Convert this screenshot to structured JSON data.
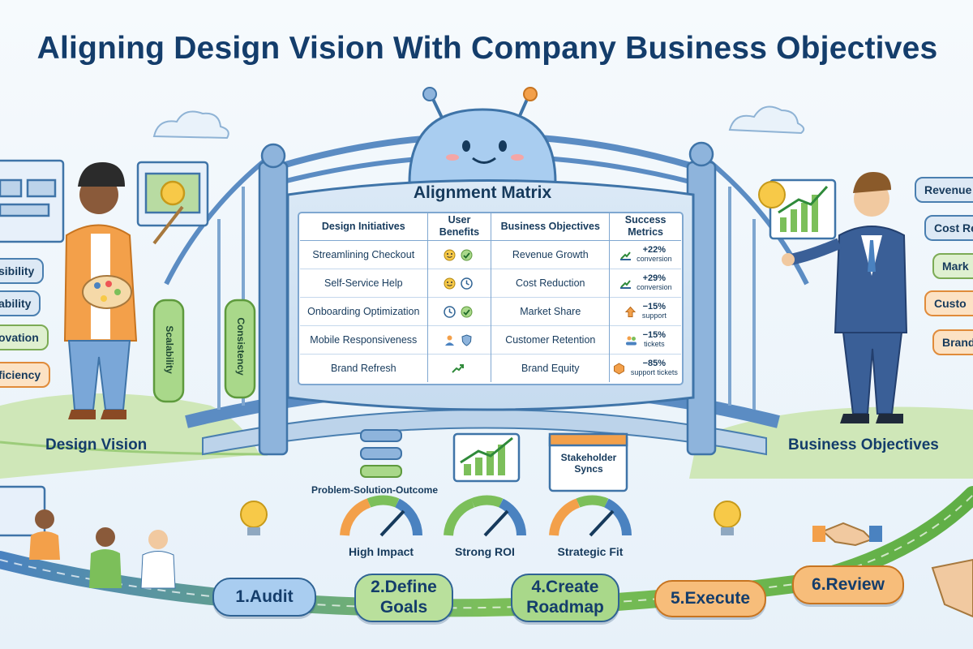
{
  "title": "Aligning Design Vision With Company Business Objectives",
  "matrix": {
    "title": "Alignment Matrix",
    "headers": [
      "Design Initiatives",
      "User Benefits",
      "Business Objectives",
      "Success Metrics"
    ],
    "rows": [
      {
        "initiative": "Streamlining Checkout",
        "benefits": [
          "smiley-icon",
          "check-icon"
        ],
        "objective": "Revenue Growth",
        "metric_value": "+22%",
        "metric_sub": "conversion",
        "metric_icon": "growth-icon"
      },
      {
        "initiative": "Self-Service Help",
        "benefits": [
          "smiley-icon",
          "clock-icon"
        ],
        "objective": "Cost Reduction",
        "metric_value": "+29%",
        "metric_sub": "conversion",
        "metric_icon": "growth-icon"
      },
      {
        "initiative": "Onboarding Optimization",
        "benefits": [
          "clock-icon",
          "check-icon"
        ],
        "objective": "Market Share",
        "metric_value": "−15%",
        "metric_sub": "support",
        "metric_icon": "arrow-up-icon"
      },
      {
        "initiative": "Mobile Responsiveness",
        "benefits": [
          "user-icon",
          "shield-icon"
        ],
        "objective": "Customer Retention",
        "metric_value": "−15%",
        "metric_sub": "tickets",
        "metric_icon": "people-icon"
      },
      {
        "initiative": "Brand Refresh",
        "benefits": [
          "trend-icon"
        ],
        "objective": "Brand Equity",
        "metric_value": "−85%",
        "metric_sub": "support tickets",
        "metric_icon": "badge-icon"
      }
    ]
  },
  "pillars": [
    "Scalability",
    "Consistency"
  ],
  "design_side": {
    "label": "Design Vision",
    "pills": [
      "sibility",
      "ability",
      "ovation",
      "ficiency"
    ]
  },
  "business_side": {
    "label": "Business Objectives",
    "pills": [
      "Revenue",
      "Cost Re",
      "Mark",
      "Custo",
      "Brand"
    ]
  },
  "center": {
    "problem_label": "Problem-Solution-Outcome",
    "calendar_label": "Stakeholder Syncs",
    "gauges": [
      "High Impact",
      "Strong ROI",
      "Strategic Fit"
    ]
  },
  "steps": [
    "1.Audit",
    "2.Define Goals",
    "4.Create Roadmap",
    "5.Execute",
    "6.Review"
  ],
  "colors": {
    "title": "#143d6b",
    "blue": "#4a82c0",
    "green": "#7cbf5a",
    "orange": "#f3a04a",
    "yellow": "#f7c948"
  }
}
